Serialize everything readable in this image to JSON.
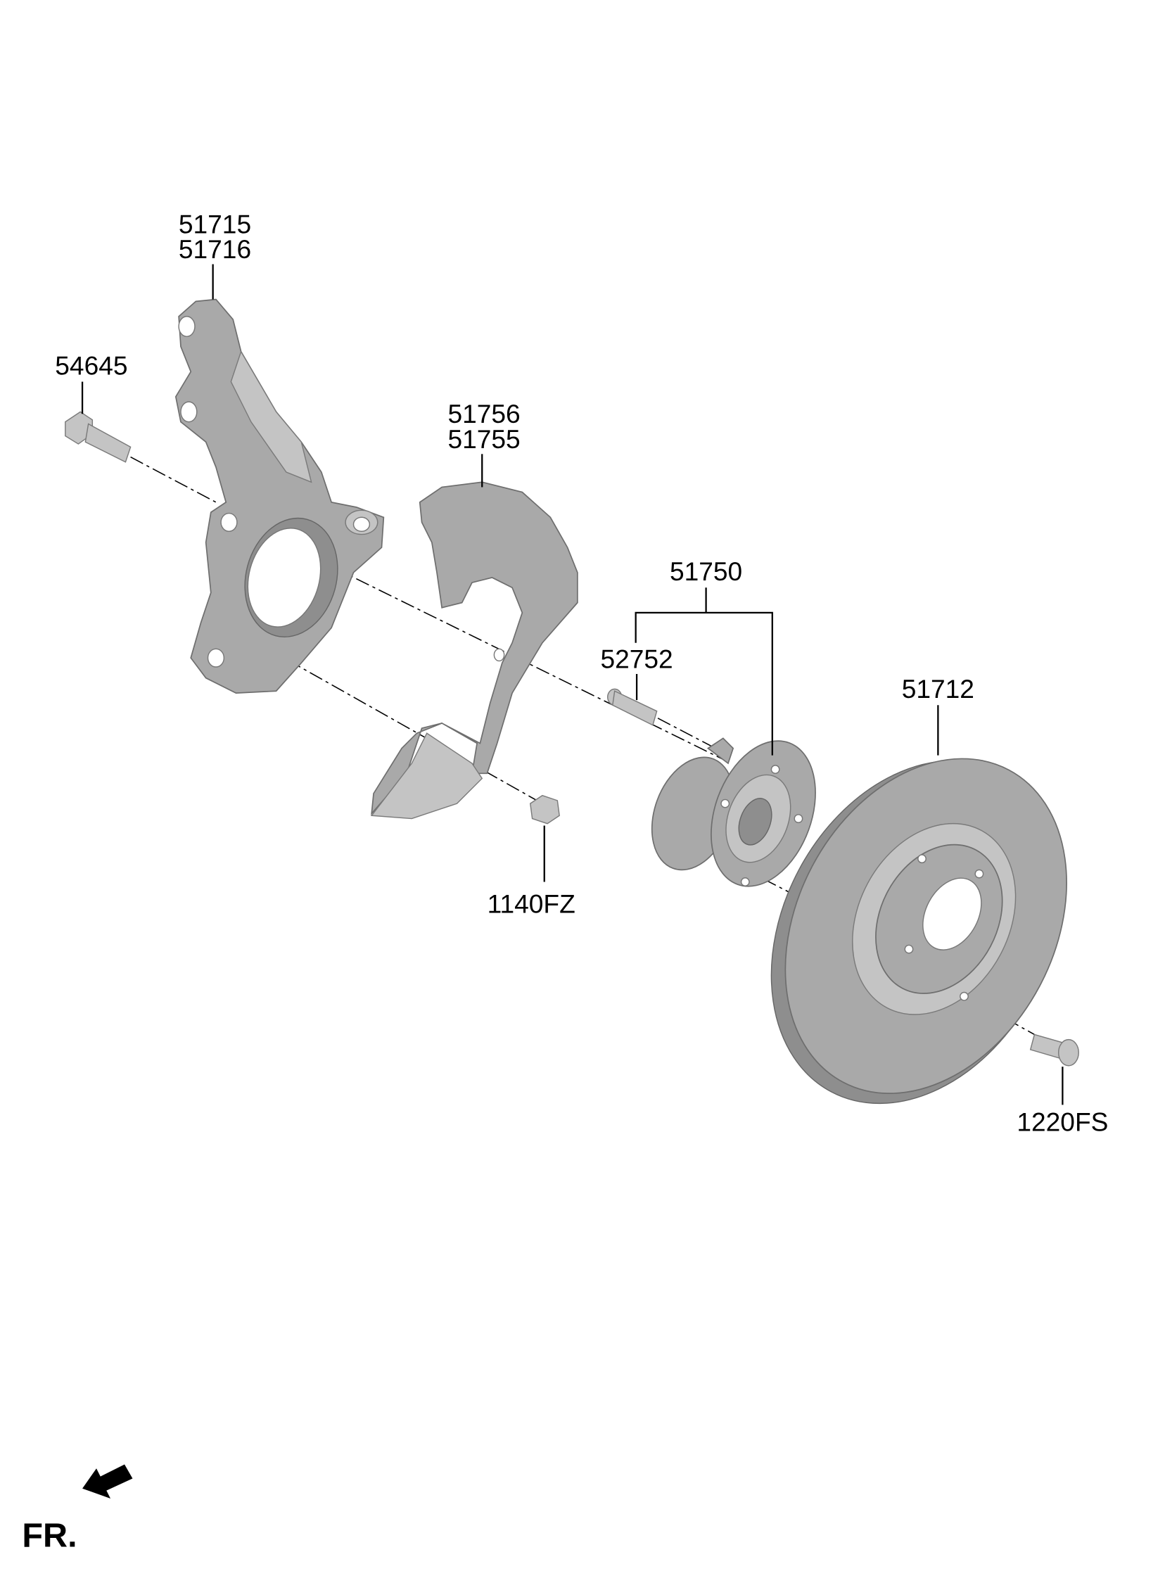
{
  "diagram": {
    "parts": {
      "knuckle": [
        "51715",
        "51716"
      ],
      "knuckle_bolt": "54645",
      "dust_cover": [
        "51756",
        "51755"
      ],
      "hub_assembly": "51750",
      "hub_bolt": "52752",
      "disc": "51712",
      "cover_bolt": "1140FZ",
      "disc_screw": "1220FS"
    },
    "front_indicator": "FR."
  }
}
